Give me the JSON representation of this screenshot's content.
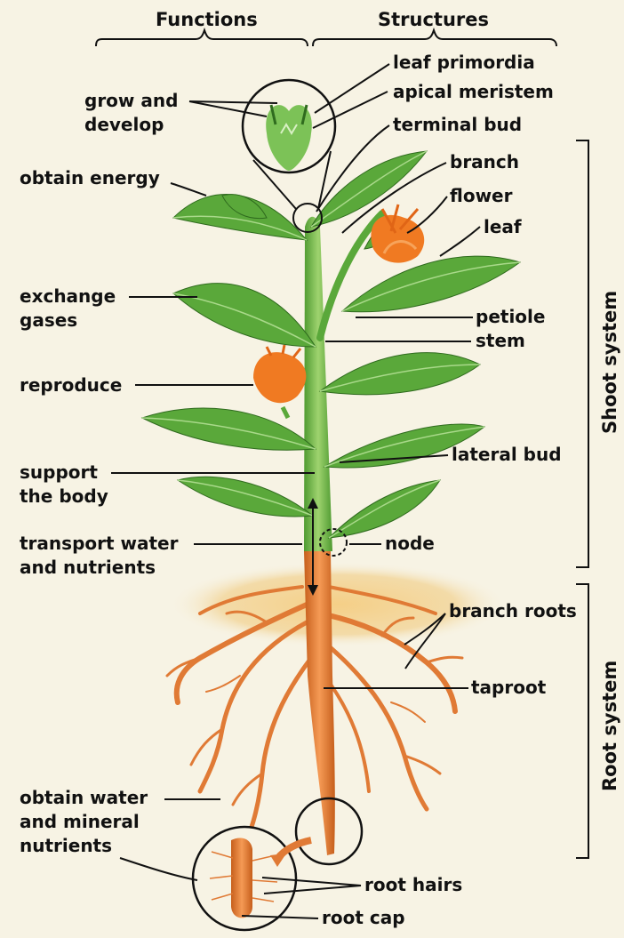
{
  "headers": {
    "functions": "Functions",
    "structures": "Structures"
  },
  "groups": {
    "shoot": "Shoot system",
    "root": "Root system"
  },
  "functions": {
    "grow_develop": "grow and\ndevelop",
    "obtain_energy": "obtain energy",
    "exchange_gases": "exchange\ngases",
    "reproduce": "reproduce",
    "support_body": "support\nthe body",
    "transport": "transport water\nand nutrients",
    "obtain_water": "obtain water\nand mineral\nnutrients"
  },
  "structures": {
    "leaf_primordia": "leaf primordia",
    "apical_meristem": "apical meristem",
    "terminal_bud": "terminal bud",
    "branch": "branch",
    "flower": "flower",
    "leaf": "leaf",
    "petiole": "petiole",
    "stem": "stem",
    "lateral_bud": "lateral bud",
    "node": "node",
    "branch_roots": "branch roots",
    "taproot": "taproot",
    "root_hairs": "root hairs",
    "root_cap": "root cap"
  },
  "colors": {
    "background": "#f7f3e4",
    "leaf": "#5aa83a",
    "stem": "#72b84c",
    "root": "#e07a35",
    "flower": "#f07a22",
    "soil": "#f2c77a"
  }
}
